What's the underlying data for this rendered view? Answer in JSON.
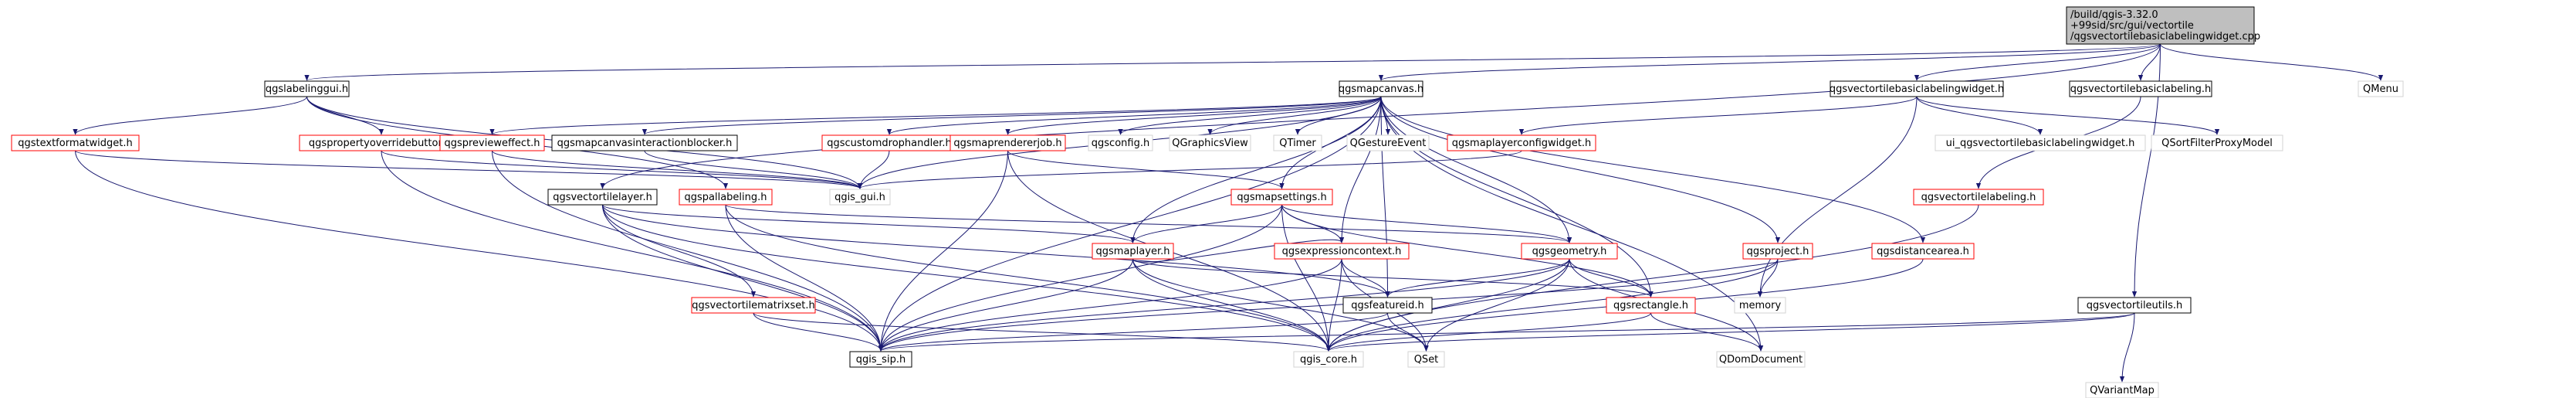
{
  "graph": {
    "colors": {
      "edge": "#191970",
      "root_fill": "#bfbfbf",
      "box_fill": "#ffffff",
      "local_border": "#000000",
      "missing_border": "#ff0000",
      "external_border": "#d3d3d3",
      "text": "#000000"
    },
    "nodes": [
      {
        "id": "root",
        "kind": "root",
        "lines": [
          "/build/qgis-3.32.0",
          "+99sid/src/gui/vectortile",
          "/qgsvectortilebasiclabelingwidget.cpp"
        ]
      },
      {
        "id": "qgslabelinggui",
        "kind": "local",
        "lines": [
          "qgslabelinggui.h"
        ]
      },
      {
        "id": "qgsmapcanvas",
        "kind": "local",
        "lines": [
          "qgsmapcanvas.h"
        ]
      },
      {
        "id": "qgsvectortilebasiclabelingwidget",
        "kind": "local",
        "lines": [
          "qgsvectortilebasiclabelingwidget.h"
        ]
      },
      {
        "id": "qgsvectortilebasiclabeling",
        "kind": "local",
        "lines": [
          "qgsvectortilebasiclabeling.h"
        ]
      },
      {
        "id": "qmenu",
        "kind": "external",
        "lines": [
          "QMenu"
        ]
      },
      {
        "id": "qgstextformatwidget",
        "kind": "missing",
        "lines": [
          "qgstextformatwidget.h"
        ]
      },
      {
        "id": "qgspropertyoverridebutton",
        "kind": "missing",
        "lines": [
          "qgspropertyoverridebutton.h"
        ]
      },
      {
        "id": "qgspreviewеffect",
        "kind": "missing",
        "lines": [
          "qgspreviewеffect.h"
        ]
      },
      {
        "id": "qgsmapcanvasinteractionblocker",
        "kind": "local",
        "lines": [
          "qgsmapcanvasinteractionblocker.h"
        ]
      },
      {
        "id": "qgscustomdrophandler",
        "kind": "missing",
        "lines": [
          "qgscustomdrophandler.h"
        ]
      },
      {
        "id": "qgsmaprendererjob",
        "kind": "missing",
        "lines": [
          "qgsmaprendererjob.h"
        ]
      },
      {
        "id": "qgsconfig",
        "kind": "external",
        "lines": [
          "qgsconfig.h"
        ]
      },
      {
        "id": "qgraphicsview",
        "kind": "external",
        "lines": [
          "QGraphicsView"
        ]
      },
      {
        "id": "qtimer",
        "kind": "external",
        "lines": [
          "QTimer"
        ]
      },
      {
        "id": "qgestureevent",
        "kind": "external",
        "lines": [
          "QGestureEvent"
        ]
      },
      {
        "id": "qgsmaplayerconfigwidget",
        "kind": "missing",
        "lines": [
          "qgsmaplayerconfigwidget.h"
        ]
      },
      {
        "id": "ui_widget",
        "kind": "external",
        "lines": [
          "ui_qgsvectortilebasiclabelingwidget.h"
        ]
      },
      {
        "id": "qsortfilterproxymodel",
        "kind": "external",
        "lines": [
          "QSortFilterProxyModel"
        ]
      },
      {
        "id": "qgis_gui",
        "kind": "external",
        "lines": [
          "qgis_gui.h"
        ]
      },
      {
        "id": "qgsvectortilelayer",
        "kind": "local",
        "lines": [
          "qgsvectortilelayer.h"
        ]
      },
      {
        "id": "qgspallabeling",
        "kind": "missing",
        "lines": [
          "qgspallabeling.h"
        ]
      },
      {
        "id": "qgsmapsettings",
        "kind": "missing",
        "lines": [
          "qgsmapsettings.h"
        ]
      },
      {
        "id": "qgsvectortilelabeling",
        "kind": "missing",
        "lines": [
          "qgsvectortilelabeling.h"
        ]
      },
      {
        "id": "qgsmaplayer",
        "kind": "missing",
        "lines": [
          "qgsmaplayer.h"
        ]
      },
      {
        "id": "qgsexpressioncontext",
        "kind": "missing",
        "lines": [
          "qgsexpressioncontext.h"
        ]
      },
      {
        "id": "qgsgeometry",
        "kind": "missing",
        "lines": [
          "qgsgeometry.h"
        ]
      },
      {
        "id": "qgsproject",
        "kind": "missing",
        "lines": [
          "qgsproject.h"
        ]
      },
      {
        "id": "qgsdistancearea",
        "kind": "missing",
        "lines": [
          "qgsdistancearea.h"
        ]
      },
      {
        "id": "qgsvectortilematrixset",
        "kind": "missing",
        "lines": [
          "qgsvectortilematrixset.h"
        ]
      },
      {
        "id": "qgsfeatureid",
        "kind": "local",
        "lines": [
          "qgsfeatureid.h"
        ]
      },
      {
        "id": "qgsrectangle",
        "kind": "missing",
        "lines": [
          "qgsrectangle.h"
        ]
      },
      {
        "id": "memory",
        "kind": "external",
        "lines": [
          "memory"
        ]
      },
      {
        "id": "qgsvectortileutils",
        "kind": "local",
        "lines": [
          "qgsvectortileutils.h"
        ]
      },
      {
        "id": "qgis_sip",
        "kind": "local",
        "lines": [
          "qgis_sip.h"
        ]
      },
      {
        "id": "qgis_core",
        "kind": "external",
        "lines": [
          "qgis_core.h"
        ]
      },
      {
        "id": "qset",
        "kind": "external",
        "lines": [
          "QSet"
        ]
      },
      {
        "id": "qdomdocument",
        "kind": "external",
        "lines": [
          "QDomDocument"
        ]
      },
      {
        "id": "qvariantmap",
        "kind": "external",
        "lines": [
          "QVariantMap"
        ]
      }
    ],
    "edges": [
      [
        "root",
        "qgslabelinggui"
      ],
      [
        "root",
        "qgsmapcanvas"
      ],
      [
        "root",
        "qgsvectortilebasiclabelingwidget"
      ],
      [
        "root",
        "qgsvectortilebasiclabeling"
      ],
      [
        "root",
        "qmenu"
      ],
      [
        "root",
        "qgsvectortilelayer"
      ],
      [
        "root",
        "qgsvectortileutils"
      ],
      [
        "qgslabelinggui",
        "qgstextformatwidget"
      ],
      [
        "qgslabelinggui",
        "qgspropertyoverridebutton"
      ],
      [
        "qgslabelinggui",
        "qgis_gui"
      ],
      [
        "qgslabelinggui",
        "qgspallabeling"
      ],
      [
        "qgsmapcanvas",
        "qgspreviewеffect"
      ],
      [
        "qgsmapcanvas",
        "qgsmapcanvasinteractionblocker"
      ],
      [
        "qgsmapcanvas",
        "qgscustomdrophandler"
      ],
      [
        "qgsmapcanvas",
        "qgsmaprendererjob"
      ],
      [
        "qgsmapcanvas",
        "qgsconfig"
      ],
      [
        "qgsmapcanvas",
        "qgraphicsview"
      ],
      [
        "qgsmapcanvas",
        "qtimer"
      ],
      [
        "qgsmapcanvas",
        "qgestureevent"
      ],
      [
        "qgsmapcanvas",
        "qgis_gui"
      ],
      [
        "qgsmapcanvas",
        "qgsmapsettings"
      ],
      [
        "qgsmapcanvas",
        "qgsexpressioncontext"
      ],
      [
        "qgsmapcanvas",
        "qgsgeometry"
      ],
      [
        "qgsmapcanvas",
        "qgsproject"
      ],
      [
        "qgsmapcanvas",
        "qgsdistancearea"
      ],
      [
        "qgsmapcanvas",
        "qgsrectangle"
      ],
      [
        "qgsmapcanvas",
        "qgsfeatureid"
      ],
      [
        "qgsmapcanvas",
        "qdomdocument"
      ],
      [
        "qgsmapcanvas",
        "qgis_sip"
      ],
      [
        "qgsmapcanvas",
        "qgsmaplayer"
      ],
      [
        "qgsvectortilebasiclabelingwidget",
        "qgsmaplayerconfigwidget"
      ],
      [
        "qgsvectortilebasiclabelingwidget",
        "ui_widget"
      ],
      [
        "qgsvectortilebasiclabelingwidget",
        "qsortfilterproxymodel"
      ],
      [
        "qgsvectortilebasiclabelingwidget",
        "memory"
      ],
      [
        "qgsvectortilebasiclabeling",
        "qgsvectortilelabeling"
      ],
      [
        "qgstextformatwidget",
        "qgis_gui"
      ],
      [
        "qgstextformatwidget",
        "qgis_sip"
      ],
      [
        "qgspropertyoverridebutton",
        "qgis_gui"
      ],
      [
        "qgspropertyoverridebutton",
        "qgis_sip"
      ],
      [
        "qgspreviewеffect",
        "qgis_gui"
      ],
      [
        "qgspreviewеffect",
        "qgis_sip"
      ],
      [
        "qgsmapcanvasinteractionblocker",
        "qgis_gui"
      ],
      [
        "qgscustomdrophandler",
        "qgis_gui"
      ],
      [
        "qgsmaprendererjob",
        "qgsmapsettings"
      ],
      [
        "qgsmaprendererjob",
        "qgis_core"
      ],
      [
        "qgsmaprendererjob",
        "qgis_sip"
      ],
      [
        "qgsmaplayerconfigwidget",
        "qgis_gui"
      ],
      [
        "qgsvectortilelayer",
        "qgsmaplayer"
      ],
      [
        "qgsvectortilelayer",
        "qgsvectortilematrixset"
      ],
      [
        "qgsvectortilelayer",
        "qgis_core"
      ],
      [
        "qgsvectortilelayer",
        "qgis_sip"
      ],
      [
        "qgsvectortilelayer",
        "qgsfeatureid"
      ],
      [
        "qgspallabeling",
        "qgsgeometry"
      ],
      [
        "qgspallabeling",
        "qgis_core"
      ],
      [
        "qgspallabeling",
        "qgis_sip"
      ],
      [
        "qgsmapsettings",
        "qgsmaplayer"
      ],
      [
        "qgsmapsettings",
        "qgsexpressioncontext"
      ],
      [
        "qgsmapsettings",
        "qgsgeometry"
      ],
      [
        "qgsmapsettings",
        "qgsrectangle"
      ],
      [
        "qgsmapsettings",
        "qgis_core"
      ],
      [
        "qgsmapsettings",
        "qgis_sip"
      ],
      [
        "qgsvectortilelabeling",
        "qgis_core"
      ],
      [
        "qgsmaplayer",
        "qgsexpressioncontext"
      ],
      [
        "qgsmaplayer",
        "qgsrectangle"
      ],
      [
        "qgsmaplayer",
        "qgis_core"
      ],
      [
        "qgsmaplayer",
        "qgis_sip"
      ],
      [
        "qgsmaplayer",
        "qset"
      ],
      [
        "qgsexpressioncontext",
        "qgsfeatureid"
      ],
      [
        "qgsexpressioncontext",
        "qgis_core"
      ],
      [
        "qgsexpressioncontext",
        "qset"
      ],
      [
        "qgsexpressioncontext",
        "qgis_sip"
      ],
      [
        "qgsgeometry",
        "qgsfeatureid"
      ],
      [
        "qgsgeometry",
        "qgsrectangle"
      ],
      [
        "qgsgeometry",
        "qgis_core"
      ],
      [
        "qgsgeometry",
        "qgis_sip"
      ],
      [
        "qgsgeometry",
        "qdomdocument"
      ],
      [
        "qgsgeometry",
        "qset"
      ],
      [
        "qgsproject",
        "memory"
      ],
      [
        "qgsproject",
        "qgis_core"
      ],
      [
        "qgsproject",
        "qgis_sip"
      ],
      [
        "qgsdistancearea",
        "qgis_core"
      ],
      [
        "qgsvectortilematrixset",
        "qgis_core"
      ],
      [
        "qgsvectortilematrixset",
        "qgis_sip"
      ],
      [
        "qgsfeatureid",
        "qgis_sip"
      ],
      [
        "qgsfeatureid",
        "qset"
      ],
      [
        "qgsrectangle",
        "qgis_core"
      ],
      [
        "qgsrectangle",
        "qdomdocument"
      ],
      [
        "qgsvectortileutils",
        "qgis_core"
      ],
      [
        "qgsvectortileutils",
        "qvariantmap"
      ],
      [
        "qgsvectortileutils",
        "qgis_sip"
      ]
    ]
  }
}
